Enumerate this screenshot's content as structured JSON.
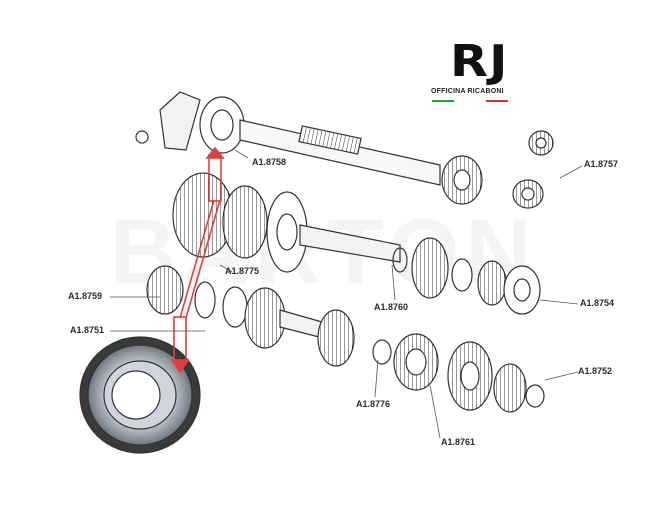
{
  "logo": {
    "mark": "RJ",
    "subtitle": "OFFICINA RICABONI",
    "accent_green": "#2e9e3b",
    "accent_red": "#d8332b"
  },
  "watermark": "BARTON",
  "labels": {
    "l8758": "A1.8758",
    "l8757": "A1.8757",
    "l8775": "A1.8775",
    "l8759": "A1.8759",
    "l8760": "A1.8760",
    "l8754": "A1.8754",
    "l8751": "A1.8751",
    "l8752": "A1.8752",
    "l8776": "A1.8776",
    "l8761": "A1.8761"
  },
  "colors": {
    "line": "#555555",
    "highlight": "#e0403a",
    "bearing_outer": "#3a3a3a",
    "bearing_race": "#9aa3ad"
  }
}
